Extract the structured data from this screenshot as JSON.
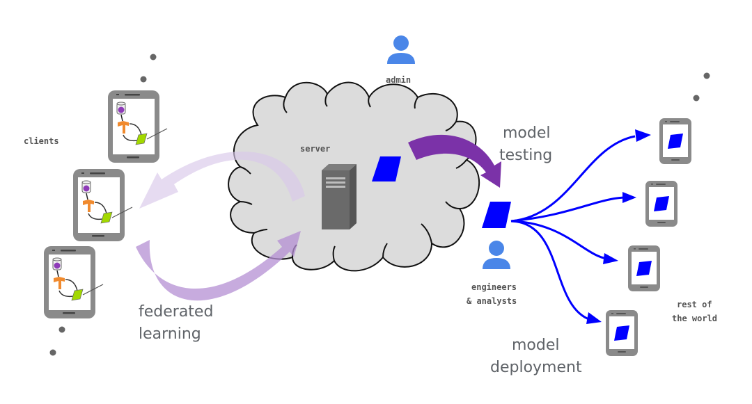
{
  "labels": {
    "clients": "clients",
    "admin": "admin",
    "server": "server",
    "model_testing": [
      "model",
      "testing"
    ],
    "engineers": [
      "engineers",
      "& analysts"
    ],
    "rest_of_world": [
      "rest of",
      "the world"
    ],
    "federated_learning": [
      "federated",
      "learning"
    ],
    "model_deployment": [
      "model",
      "deployment"
    ]
  },
  "colors": {
    "person": "#4a86e8",
    "model": "#0000ff",
    "testing_arrow": "#7b32a8",
    "fl_arrow_out": "#e3d7ef",
    "fl_arrow_in": "#c3a5da",
    "cloud_fill": "#dcdcdc",
    "device_frame": "#8a8a8a",
    "deploy_arrow": "#0000ff"
  },
  "nodes": {
    "client_devices": 3,
    "deployment_devices": 4
  }
}
